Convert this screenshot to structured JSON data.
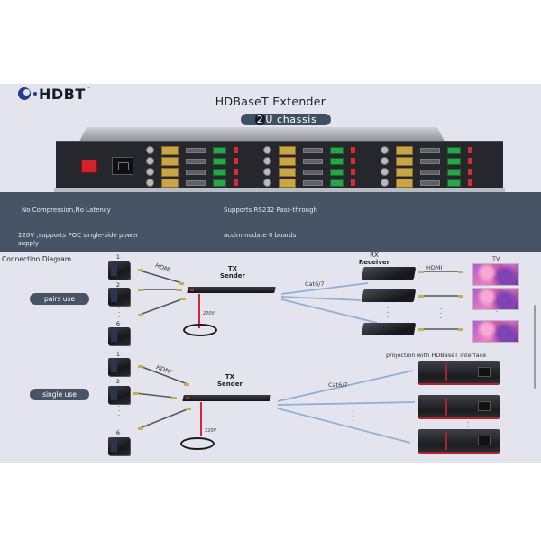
{
  "header": {
    "logo_text": "HDBT",
    "logo_tm": "™",
    "title": "HDBaseT Extender",
    "badge_num": "2",
    "badge_rest": "U chassis"
  },
  "features": [
    "No Compression,No Latency",
    "Supports RS232 Pass-through",
    "220V ,supports POC single-side power supply",
    "accimmodate 6 boards"
  ],
  "diagram": {
    "title": "Connection Diagram",
    "pairs": {
      "pill": "pairs use",
      "source_numbers": [
        "1",
        "2",
        "6"
      ],
      "hdmi_label": "HDMI",
      "tx_line1": "TX",
      "tx_line2": "Sender",
      "power_label": "220V",
      "cat_label": "Cat6/7",
      "rx_line1": "RX",
      "rx_line2": "Receiver",
      "rx_hdmi_label": "HDMI",
      "tv_label": "TV"
    },
    "single": {
      "pill": "single use",
      "source_numbers": [
        "1",
        "2",
        "6"
      ],
      "hdmi_label": "HDMI",
      "tx_line1": "TX",
      "tx_line2": "Sender",
      "power_label": "220V",
      "cat_label": "Cat6/7",
      "projection_label": "projection with HDBaseT interface"
    }
  },
  "colors": {
    "band": "#465465",
    "poster_bg": "#e4e4ee",
    "logo_blue": "#1f3f86",
    "cat_cable": "#8fb0d4",
    "power_red": "#e0232a"
  }
}
